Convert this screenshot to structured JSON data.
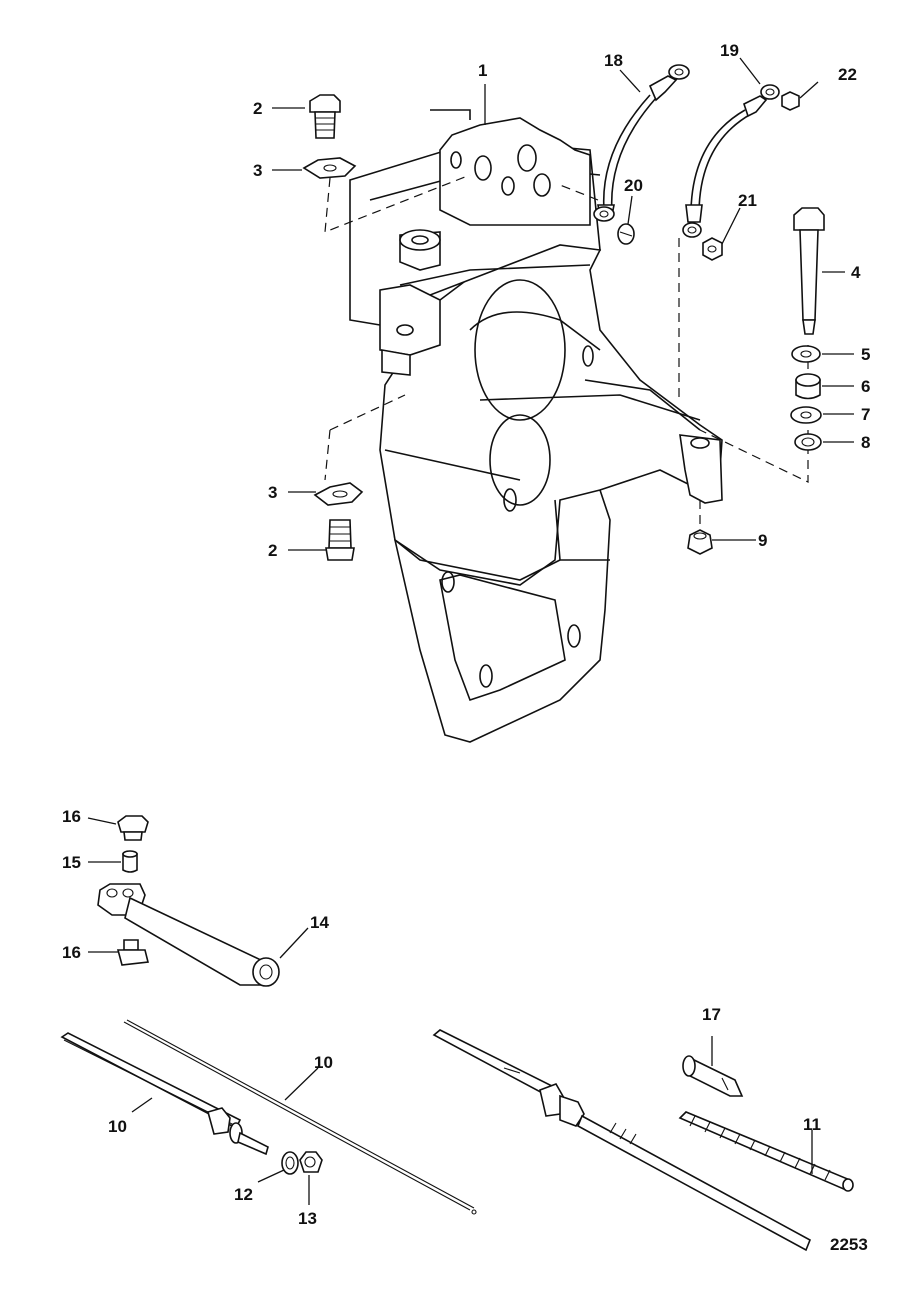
{
  "figure_number": "2253",
  "callouts": [
    {
      "id": "c1",
      "text": "1"
    },
    {
      "id": "c2a",
      "text": "2"
    },
    {
      "id": "c3a",
      "text": "3"
    },
    {
      "id": "c18",
      "text": "18"
    },
    {
      "id": "c19",
      "text": "19"
    },
    {
      "id": "c22",
      "text": "22"
    },
    {
      "id": "c20",
      "text": "20"
    },
    {
      "id": "c21",
      "text": "21"
    },
    {
      "id": "c4",
      "text": "4"
    },
    {
      "id": "c5",
      "text": "5"
    },
    {
      "id": "c6",
      "text": "6"
    },
    {
      "id": "c7",
      "text": "7"
    },
    {
      "id": "c8",
      "text": "8"
    },
    {
      "id": "c3b",
      "text": "3"
    },
    {
      "id": "c2b",
      "text": "2"
    },
    {
      "id": "c9",
      "text": "9"
    },
    {
      "id": "c16a",
      "text": "16"
    },
    {
      "id": "c15",
      "text": "15"
    },
    {
      "id": "c14",
      "text": "14"
    },
    {
      "id": "c16b",
      "text": "16"
    },
    {
      "id": "c17",
      "text": "17"
    },
    {
      "id": "c10a",
      "text": "10"
    },
    {
      "id": "c10b",
      "text": "10"
    },
    {
      "id": "c11",
      "text": "11"
    },
    {
      "id": "c12",
      "text": "12"
    },
    {
      "id": "c13",
      "text": "13"
    }
  ]
}
